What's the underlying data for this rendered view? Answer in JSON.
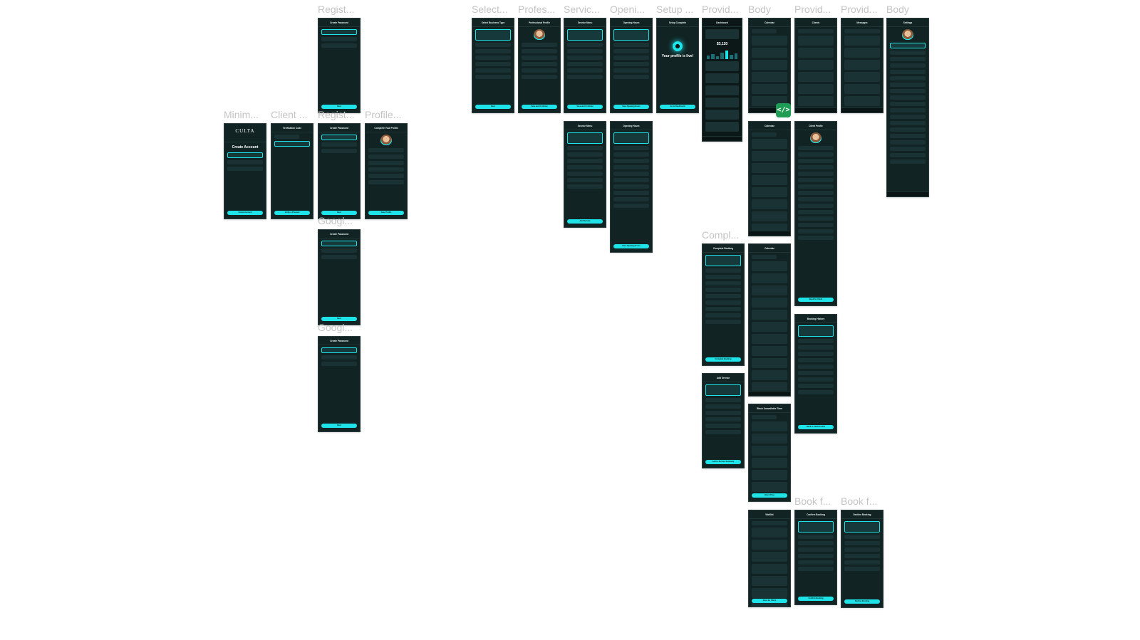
{
  "canvas": {
    "background": "#ffffff",
    "accent": "#1ee3e8",
    "frame_bg": "#112323"
  },
  "frames": [
    {
      "label": "Regist...",
      "title": "Create Password",
      "button": "Next",
      "kind": "form"
    },
    {
      "label": "Minim...",
      "title": "",
      "brand": "CULTA",
      "heading": "Create Account",
      "button": "Create Account",
      "kind": "form"
    },
    {
      "label": "Client ...",
      "title": "Verification Code",
      "button": "Verify & Proceed",
      "kind": "otp"
    },
    {
      "label": "Regist...",
      "title": "Create Password",
      "button": "Next",
      "kind": "form"
    },
    {
      "label": "Profile...",
      "title": "Complete Your Profile",
      "button": "Save Profile",
      "kind": "profile"
    },
    {
      "label": "Googl...",
      "title": "Create Password",
      "button": "Next",
      "kind": "form"
    },
    {
      "label": "Googl...",
      "title": "Create Password",
      "button": "Next",
      "kind": "form"
    },
    {
      "label": "Select...",
      "title": "Select Business Type",
      "button": "Next",
      "kind": "list"
    },
    {
      "label": "Profes...",
      "title": "Professional Profile",
      "button": "Save and Continue",
      "kind": "profile"
    },
    {
      "label": "Servic...",
      "title": "Service Menu",
      "button": "Save and Continue",
      "kind": "list"
    },
    {
      "label": "Openi...",
      "title": "Opening Hours",
      "button": "Save Opening Hours",
      "kind": "list"
    },
    {
      "label": "Setup ...",
      "title": "Setup Complete",
      "heading": "Your profile is live!",
      "button": "Go to Dashboard",
      "kind": "done"
    },
    {
      "label": "Provid...",
      "title": "Dashboard",
      "heading": "$3,120",
      "button": "",
      "kind": "dashboard"
    },
    {
      "label": "Body",
      "title": "Calendar",
      "button": "",
      "kind": "calendar"
    },
    {
      "label": "Provid...",
      "title": "Clients",
      "button": "",
      "kind": "people"
    },
    {
      "label": "Provid...",
      "title": "Messages",
      "button": "",
      "kind": "people"
    },
    {
      "label": "Body",
      "title": "Settings",
      "button": "",
      "kind": "settings"
    },
    {
      "label": "",
      "title": "Service Menu",
      "button": "Add Service",
      "kind": "list"
    },
    {
      "label": "",
      "title": "Opening Hours",
      "button": "Save Opening Hours",
      "kind": "list"
    },
    {
      "label": "",
      "title": "Calendar",
      "button": "",
      "kind": "calendar"
    },
    {
      "label": "",
      "title": "Client Profile",
      "button": "Book for Client",
      "kind": "profile"
    },
    {
      "label": "Compl...",
      "title": "Complete Booking",
      "button": "Complete Booking",
      "kind": "list"
    },
    {
      "label": "",
      "title": "Calendar",
      "button": "",
      "kind": "calendar"
    },
    {
      "label": "",
      "title": "Add Service",
      "button": "Add to Service Summary",
      "kind": "list"
    },
    {
      "label": "",
      "title": "Block Unavailable Time",
      "button": "Block Time",
      "kind": "calendar"
    },
    {
      "label": "",
      "title": "Booking History",
      "button": "Back to Client Profile",
      "kind": "list"
    },
    {
      "label": "",
      "title": "Waitlist",
      "button": "Book for Client",
      "kind": "people"
    },
    {
      "label": "Book f...",
      "title": "Confirm Booking",
      "button": "Confirm Booking",
      "kind": "list"
    },
    {
      "label": "Book f...",
      "title": "Decline Booking",
      "button": "Decline Booking",
      "kind": "list"
    }
  ],
  "dev_mode_badge": {
    "icon": "code-icon",
    "text": "</>"
  }
}
